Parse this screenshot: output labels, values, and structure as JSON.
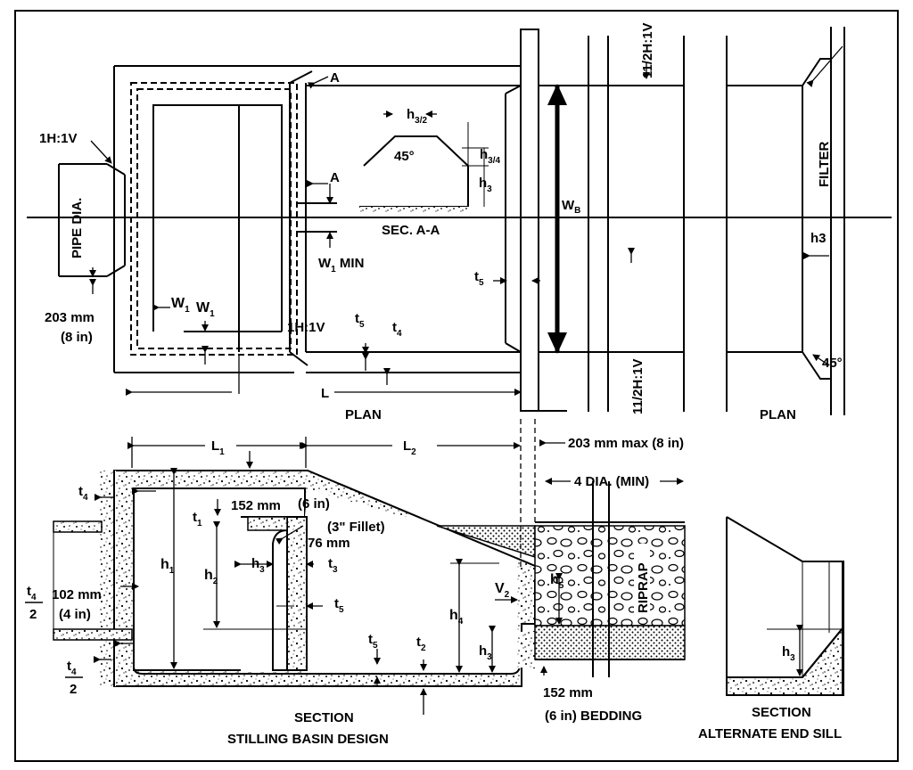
{
  "plan_left": {
    "slope_1h1v_a": "1H:1V",
    "pipe_dia": "PIPE DIA.",
    "mm203": "203 mm",
    "in8": "(8 in)",
    "w1a": "W",
    "w1a_sub": "1",
    "w1b": "W",
    "w1b_sub": "1",
    "slope_1h1v_b": "1H:1V",
    "t5": "t",
    "t5_sub": "5",
    "t4": "t",
    "t4_sub": "4",
    "L": "L",
    "plan_title": "PLAN",
    "section_a_top": "A",
    "section_a_mid": "A",
    "w1_min": "W",
    "w1_min_sub": "1",
    "w1_min_text": " MIN",
    "h3_2": "h",
    "h3_2_sub": "3/2",
    "h3_4": "h",
    "h3_4_sub": "3/4",
    "deg45": "45°",
    "h3": "h",
    "h3_sub": "3",
    "sec_aa": "SEC.  A-A",
    "t5_right": "t",
    "t5_right_sub": "5",
    "wb": "W",
    "wb_sub": "B"
  },
  "plan_right": {
    "slope_top": "11/2H:1V",
    "slope_bot": "11/2H:1V",
    "filter": "FILTER",
    "h3": "h3",
    "deg45": "45°",
    "plan_title": "PLAN"
  },
  "section": {
    "L1": "L",
    "L1_sub": "1",
    "L2": "L",
    "L2_sub": "2",
    "max203": "203 mm max (8 in)",
    "dia4": "4 DIA. (MIN)",
    "t4_top": "t",
    "t4_top_sub": "4",
    "mm152": "152 mm",
    "in6": "(6 in)",
    "t1": "t",
    "t1_sub": "1",
    "fillet": "(3\" Fillet)",
    "mm76": "76 mm",
    "h1": "h",
    "h1_sub": "1",
    "h2": "h",
    "h2_sub": "2",
    "h3": "h",
    "h3_sub": "3",
    "t3": "t",
    "t3_sub": "3",
    "t5": "t",
    "t5_sub": "5",
    "t4_half": "t",
    "t4_half_sub": "4",
    "half_den": "2",
    "mm102": "102 mm",
    "in4": "(4 in)",
    "t4_half2": "t",
    "t4_half2_sub": "4",
    "half_den2": "2",
    "t5_bottom": "t",
    "t5_bottom_sub": "5",
    "t2": "t",
    "t2_sub": "2",
    "h4": "h",
    "h4_sub": "4",
    "v2": "V",
    "v2_sub": "2",
    "h5": "h",
    "h5_sub": "5",
    "h3_b": "h",
    "h3_b_sub": "3",
    "riprap": "RIPRAP",
    "mm152_b": "152 mm",
    "bedding": "(6 in) BEDDING",
    "title1": "SECTION",
    "title2": "STILLING BASIN DESIGN"
  },
  "end_sill": {
    "h3": "h",
    "h3_sub": "3",
    "title1": "SECTION",
    "title2": "ALTERNATE END SILL"
  }
}
